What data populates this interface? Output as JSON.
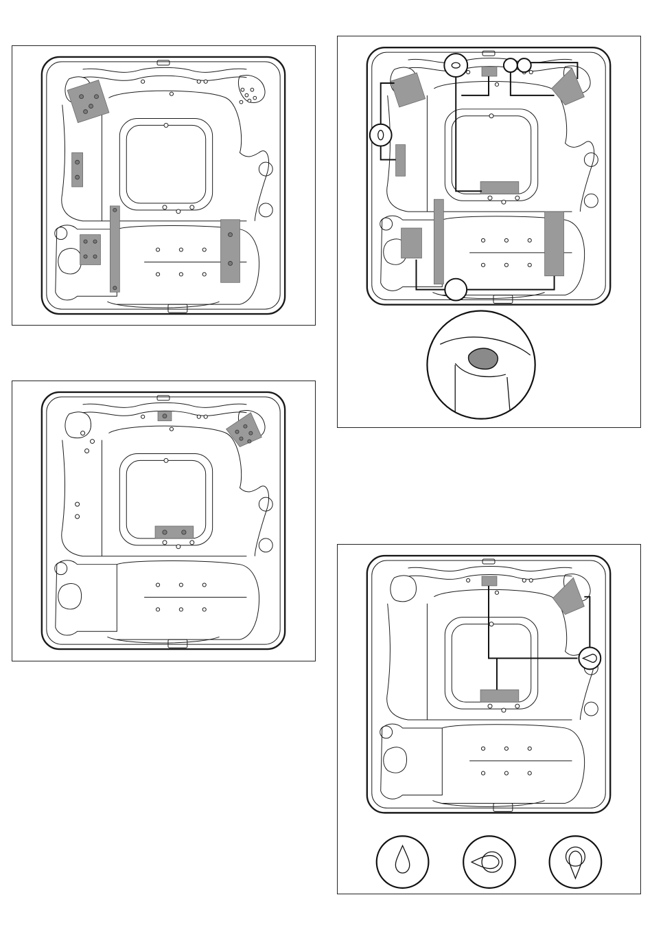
{
  "figures": [
    {
      "id": "a",
      "description_visible_text": ""
    },
    {
      "id": "b",
      "description_visible_text": ""
    },
    {
      "id": "c",
      "description_visible_text": ""
    },
    {
      "id": "d",
      "description_visible_text": ""
    }
  ],
  "colors": {
    "line": "#1a1a1a",
    "faint_line": "#b4b4b4",
    "highlight_zone": "#9a9a9a",
    "callout": "#111111"
  },
  "icons": {
    "tub_top_view": "hot-tub-plan-icon",
    "jet": "jet-icon",
    "diverter_knob": "diverter-knob-icon",
    "air_control": "air-control-knob-icon"
  },
  "knob_positions": [
    "up",
    "left",
    "down"
  ]
}
